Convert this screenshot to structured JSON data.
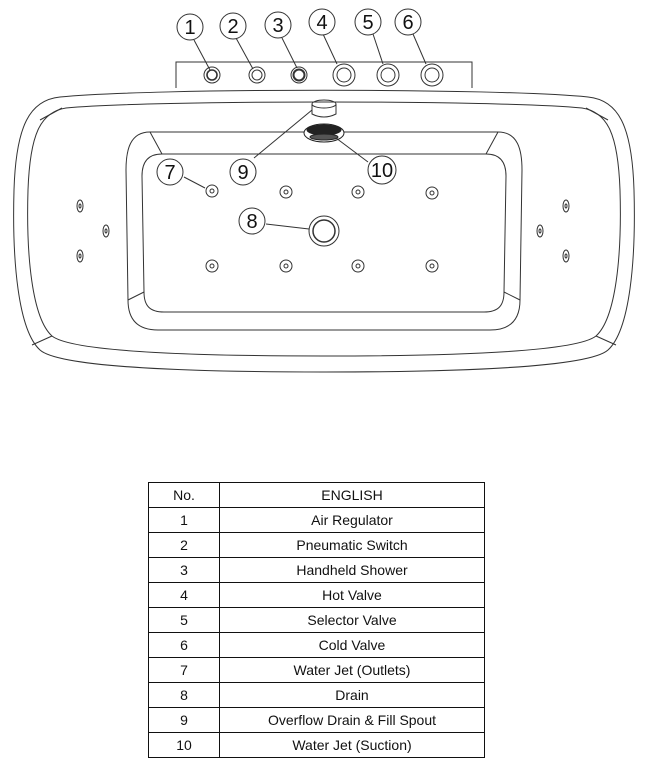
{
  "callouts": [
    {
      "number": "1"
    },
    {
      "number": "2"
    },
    {
      "number": "3"
    },
    {
      "number": "4"
    },
    {
      "number": "5"
    },
    {
      "number": "6"
    },
    {
      "number": "7"
    },
    {
      "number": "8"
    },
    {
      "number": "9"
    },
    {
      "number": "10"
    }
  ],
  "table": {
    "headers": {
      "no": "No.",
      "english": "ENGLISH"
    },
    "rows": [
      {
        "no": "1",
        "english": "Air Regulator"
      },
      {
        "no": "2",
        "english": "Pneumatic Switch"
      },
      {
        "no": "3",
        "english": "Handheld Shower"
      },
      {
        "no": "4",
        "english": "Hot Valve"
      },
      {
        "no": "5",
        "english": "Selector Valve"
      },
      {
        "no": "6",
        "english": "Cold Valve"
      },
      {
        "no": "7",
        "english": "Water Jet (Outlets)"
      },
      {
        "no": "8",
        "english": "Drain"
      },
      {
        "no": "9",
        "english": "Overflow Drain & Fill Spout"
      },
      {
        "no": "10",
        "english": "Water Jet (Suction)"
      }
    ]
  }
}
